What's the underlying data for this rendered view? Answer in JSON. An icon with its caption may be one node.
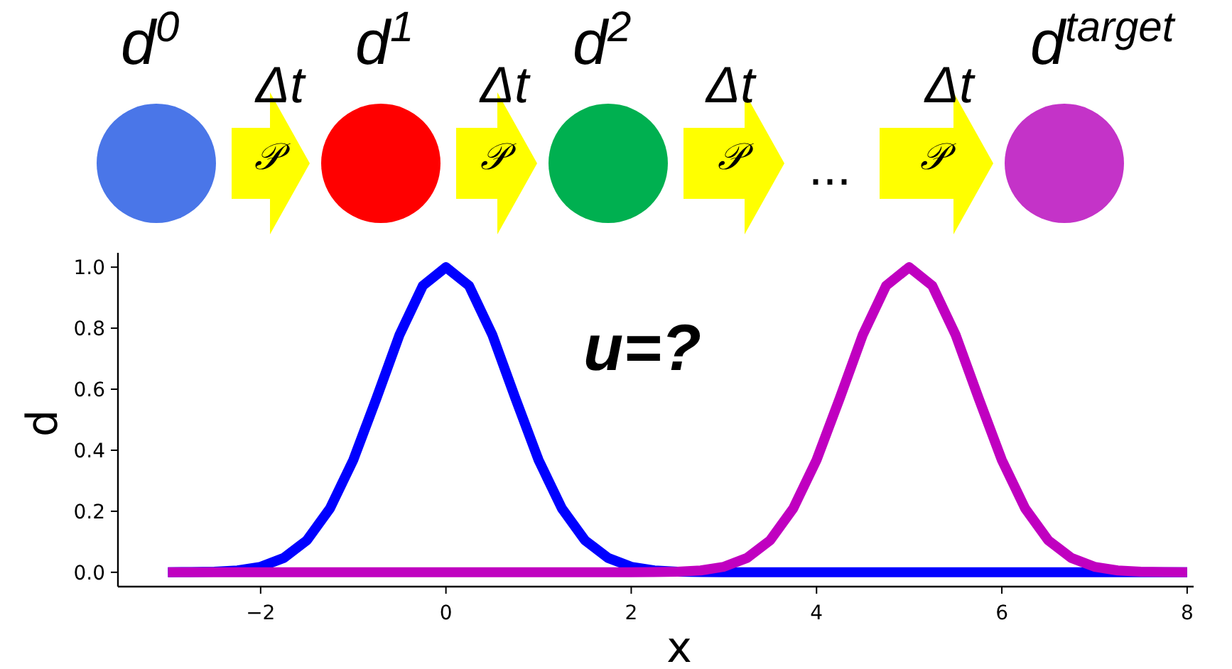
{
  "diagram": {
    "nodes": [
      {
        "text": [
          "d$^{0}$"
        ]
      },
      {
        "text": [
          "d$^{1}$"
        ]
      },
      {
        "text": [
          "d$^{2}$"
        ]
      },
      {
        "text": [
          "..."
        ]
      },
      {
        "text": [
          "d$^{target}$"
        ]
      }
    ],
    "edges": [
      {
        "from": 0,
        "to": 1,
        "arrow": "to",
        "label": "𝒫",
        "style": "thick",
        "color": "#ffff00"
      },
      {
        "from": 1,
        "to": 2,
        "arrow": "to",
        "label": "𝒫",
        "style": "thick",
        "color": "#ffff00"
      },
      {
        "from": 2,
        "to": 3,
        "arrow": "to",
        "label": "𝒫",
        "style": "thick",
        "color": "#ffff00"
      },
      {
        "from": 3,
        "to": 4,
        "arrow": "to",
        "label": "𝒫",
        "style": "thick",
        "color": "#ffff00"
      }
    ],
    "labels": [
      "Δt",
      "Δt",
      "Δt",
      "Δt",
      "u=?"
    ],
    "chart_data": {
      "type": "line",
      "xlabel": "x",
      "ylabel": "d",
      "x": [
        -3,
        -2.75,
        -2.5,
        -2.25,
        -2,
        -1.75,
        -1.5,
        -1.25,
        -1,
        -0.75,
        -0.5,
        -0.25,
        0,
        0.25,
        0.5,
        0.75,
        1,
        1.25,
        1.5,
        1.75,
        2,
        2.25,
        2.5,
        2.75,
        3,
        3.25,
        3.5,
        3.75,
        4,
        4.25,
        4.5,
        4.75,
        5,
        5.25,
        5.5,
        5.75,
        6,
        6.25,
        6.5,
        6.75,
        7,
        7.25,
        7.5,
        7.75,
        8
      ],
      "series": [
        {
          "color": "#0000ff",
          "values": [
            0,
            0.001,
            0.002,
            0.006,
            0.018,
            0.047,
            0.105,
            0.21,
            0.368,
            0.57,
            0.779,
            0.939,
            1,
            0.939,
            0.779,
            0.57,
            0.368,
            0.21,
            0.105,
            0.047,
            0.018,
            0.006,
            0.002,
            0.001,
            0,
            0,
            0,
            0,
            0,
            0,
            0,
            0,
            0,
            0,
            0,
            0,
            0,
            0,
            0,
            0,
            0,
            0,
            0,
            0,
            0
          ]
        },
        {
          "color": "#c000c0",
          "values": [
            0,
            0,
            0,
            0,
            0,
            0,
            0,
            0,
            0,
            0,
            0,
            0,
            0,
            0,
            0,
            0,
            0,
            0,
            0,
            0,
            0,
            0.001,
            0.002,
            0.006,
            0.018,
            0.047,
            0.105,
            0.21,
            0.368,
            0.57,
            0.779,
            0.939,
            1,
            0.939,
            0.779,
            0.57,
            0.368,
            0.21,
            0.105,
            0.047,
            0.018,
            0.006,
            0.002,
            0.001,
            0
          ]
        }
      ],
      "xlim": [
        -3.54,
        8.07
      ],
      "ylim": [
        -0.047,
        1.047
      ],
      "xticks": [
        {
          "value": -2,
          "label": "−2"
        },
        0,
        2,
        4,
        6,
        8
      ],
      "yticks": [
        {
          "value": 0,
          "label": "0.0"
        },
        {
          "value": 0.2,
          "label": "0.2"
        },
        {
          "value": 0.4,
          "label": "0.4"
        },
        {
          "value": 0.6,
          "label": "0.6"
        },
        {
          "value": 0.8,
          "label": "0.8"
        },
        {
          "value": 1,
          "label": "1.0"
        }
      ]
    }
  }
}
